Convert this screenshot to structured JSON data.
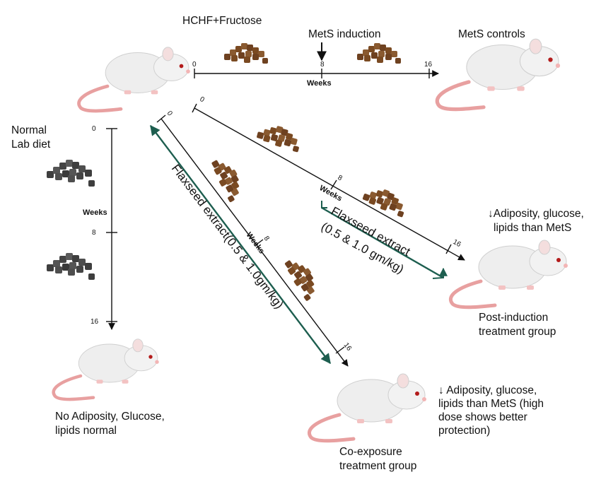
{
  "labels": {
    "hchf": "HCHF+Fructose",
    "mets_induction": "MetS induction",
    "mets_controls": "MetS controls",
    "normal_diet_1": "Normal",
    "normal_diet_2": "Lab diet",
    "normal_outcome_1": "No Adiposity, Glucose,",
    "normal_outcome_2": "lipids normal",
    "post_outcome_1": "↓Adiposity, glucose,",
    "post_outcome_2": "lipids than MetS",
    "post_group_1": "Post-induction",
    "post_group_2": "treatment group",
    "co_outcome_1": "↓ Adiposity, glucose,",
    "co_outcome_2": "lipids than MetS (high",
    "co_outcome_3": "dose shows better",
    "co_outcome_4": "protection)",
    "co_group_1": "Co-exposure",
    "co_group_2": "treatment group",
    "flax_post_1": "Flaxseed extract",
    "flax_post_2": "(0.5 & 1.0 gm/kg)",
    "flax_co": "Flaxseed extract(0.5 & 1.0gm/kg)",
    "weeks": "Weeks"
  },
  "ticks": {
    "top": [
      "0",
      "8",
      "16"
    ],
    "left": [
      "0",
      "8",
      "16"
    ],
    "post": [
      "0",
      "8",
      "16"
    ],
    "co": [
      "0",
      "8",
      "16"
    ]
  },
  "colors": {
    "arrow_green": "#1d5e4f",
    "chow_brown": "#7a4a22",
    "chow_grey": "#4a4a4a",
    "rat_body": "#ededed",
    "rat_tail": "#e8a0a0"
  }
}
